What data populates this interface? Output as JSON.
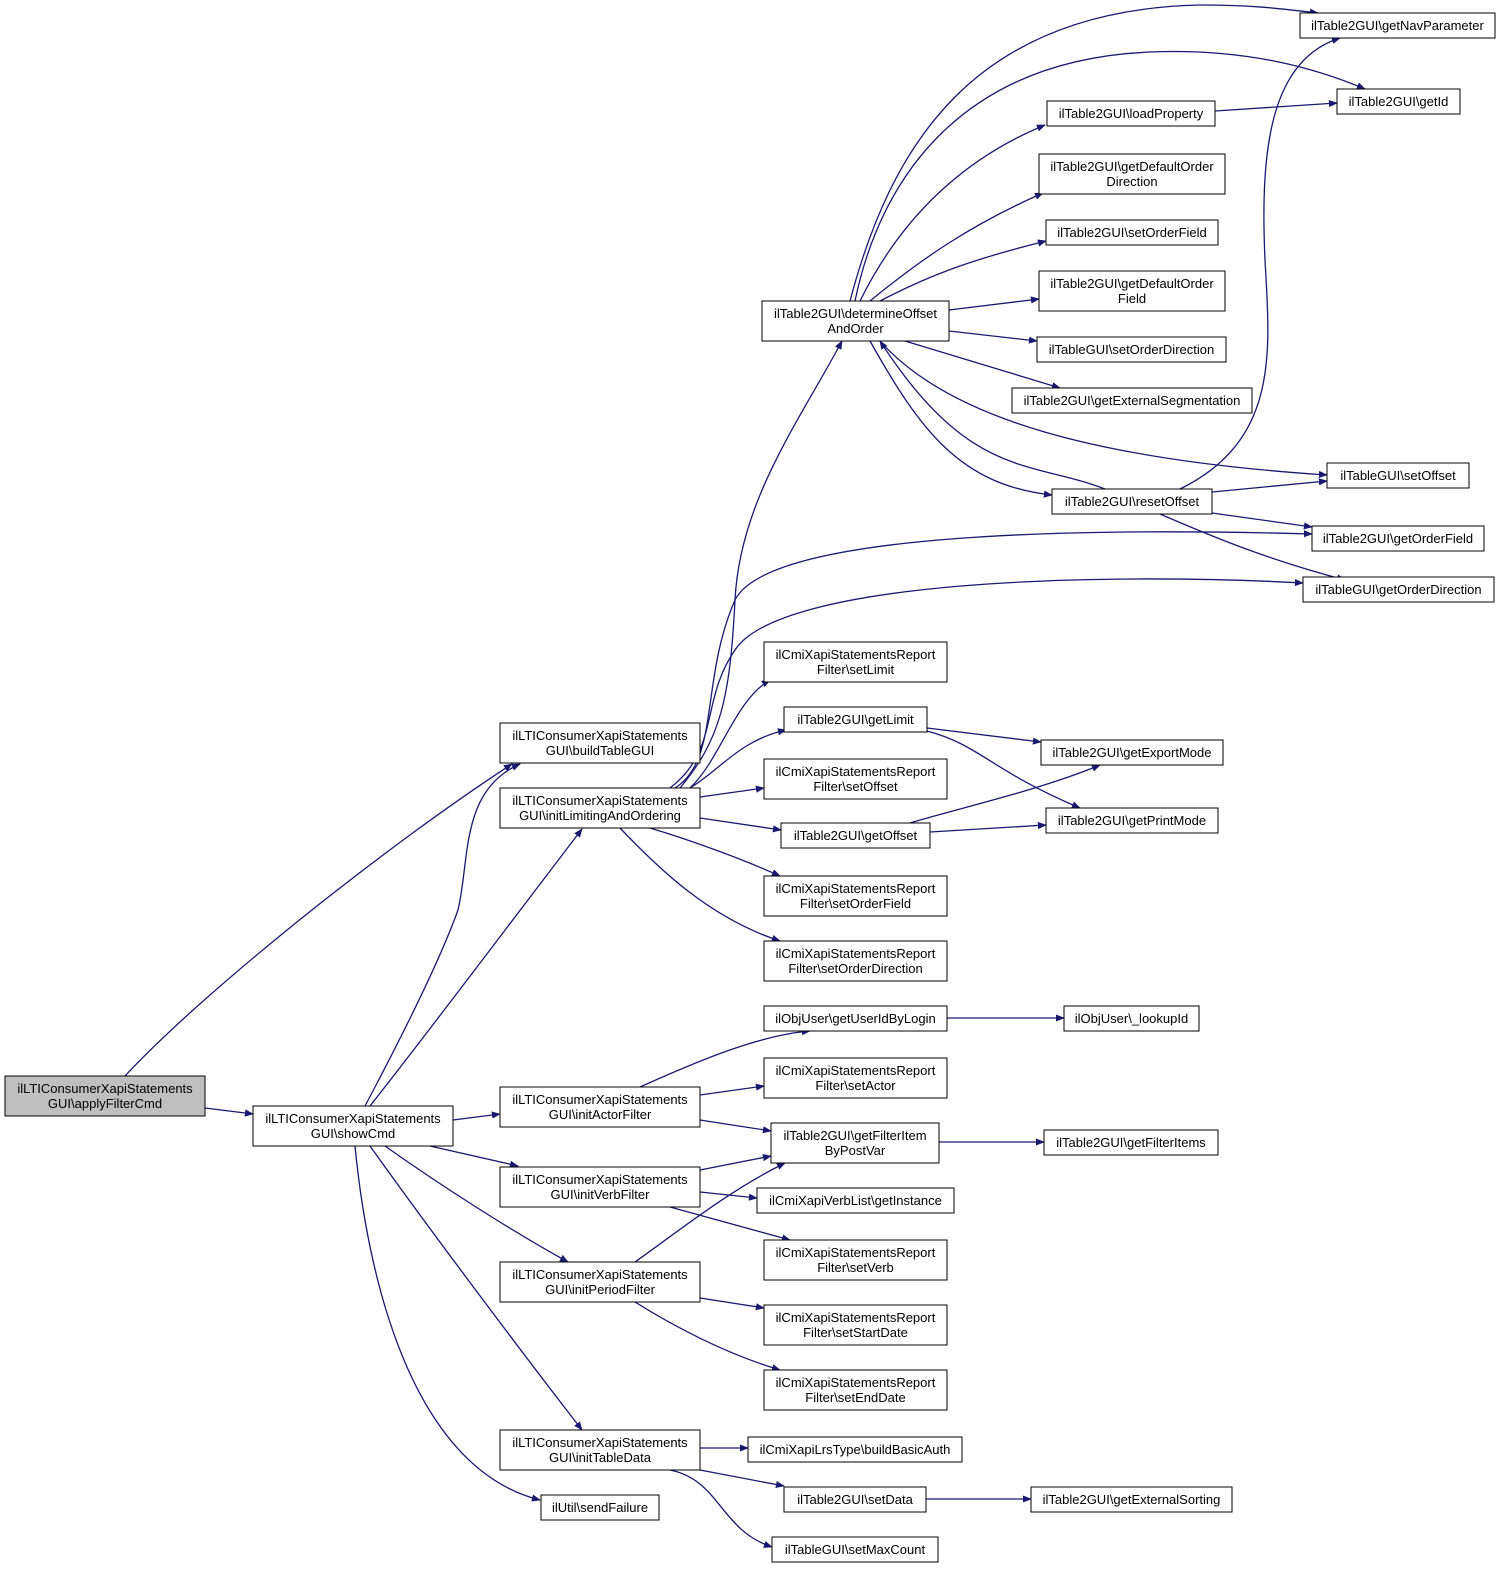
{
  "colors": {
    "edge": "#191970",
    "node_border": "#000000",
    "node_fill": "#ffffff",
    "root_fill": "#bfbfbf"
  },
  "nodes": {
    "applyFilterCmd": {
      "lines": [
        "ilLTIConsumerXapiStatements",
        "GUI\\applyFilterCmd"
      ],
      "root": true
    },
    "showCmd": {
      "lines": [
        "ilLTIConsumerXapiStatements",
        "GUI\\showCmd"
      ]
    },
    "buildTableGUI": {
      "lines": [
        "ilLTIConsumerXapiStatements",
        "GUI\\buildTableGUI"
      ]
    },
    "initLimitingAndOrdering": {
      "lines": [
        "ilLTIConsumerXapiStatements",
        "GUI\\initLimitingAndOrdering"
      ]
    },
    "initActorFilter": {
      "lines": [
        "ilLTIConsumerXapiStatements",
        "GUI\\initActorFilter"
      ]
    },
    "initVerbFilter": {
      "lines": [
        "ilLTIConsumerXapiStatements",
        "GUI\\initVerbFilter"
      ]
    },
    "initPeriodFilter": {
      "lines": [
        "ilLTIConsumerXapiStatements",
        "GUI\\initPeriodFilter"
      ]
    },
    "initTableData": {
      "lines": [
        "ilLTIConsumerXapiStatements",
        "GUI\\initTableData"
      ]
    },
    "sendFailure": {
      "lines": [
        "ilUtil\\sendFailure"
      ]
    },
    "determineOffsetAndOrder": {
      "lines": [
        "ilTable2GUI\\determineOffset",
        "AndOrder"
      ]
    },
    "rf_setLimit": {
      "lines": [
        "ilCmiXapiStatementsReport",
        "Filter\\setLimit"
      ]
    },
    "getLimit": {
      "lines": [
        "ilTable2GUI\\getLimit"
      ]
    },
    "rf_setOffset": {
      "lines": [
        "ilCmiXapiStatementsReport",
        "Filter\\setOffset"
      ]
    },
    "getOffset": {
      "lines": [
        "ilTable2GUI\\getOffset"
      ]
    },
    "rf_setOrderField": {
      "lines": [
        "ilCmiXapiStatementsReport",
        "Filter\\setOrderField"
      ]
    },
    "rf_setOrderDirection": {
      "lines": [
        "ilCmiXapiStatementsReport",
        "Filter\\setOrderDirection"
      ]
    },
    "getUserIdByLogin": {
      "lines": [
        "ilObjUser\\getUserIdByLogin"
      ]
    },
    "rf_setActor": {
      "lines": [
        "ilCmiXapiStatementsReport",
        "Filter\\setActor"
      ]
    },
    "getFilterItemByPostVar": {
      "lines": [
        "ilTable2GUI\\getFilterItem",
        "ByPostVar"
      ]
    },
    "getInstance": {
      "lines": [
        "ilCmiXapiVerbList\\getInstance"
      ]
    },
    "rf_setVerb": {
      "lines": [
        "ilCmiXapiStatementsReport",
        "Filter\\setVerb"
      ]
    },
    "rf_setStartDate": {
      "lines": [
        "ilCmiXapiStatementsReport",
        "Filter\\setStartDate"
      ]
    },
    "rf_setEndDate": {
      "lines": [
        "ilCmiXapiStatementsReport",
        "Filter\\setEndDate"
      ]
    },
    "buildBasicAuth": {
      "lines": [
        "ilCmiXapiLrsType\\buildBasicAuth"
      ]
    },
    "setData": {
      "lines": [
        "ilTable2GUI\\setData"
      ]
    },
    "setMaxCount": {
      "lines": [
        "ilTableGUI\\setMaxCount"
      ]
    },
    "loadProperty": {
      "lines": [
        "ilTable2GUI\\loadProperty"
      ]
    },
    "getDefaultOrderDirection": {
      "lines": [
        "ilTable2GUI\\getDefaultOrder",
        "Direction"
      ]
    },
    "setOrderField": {
      "lines": [
        "ilTable2GUI\\setOrderField"
      ]
    },
    "getDefaultOrderField": {
      "lines": [
        "ilTable2GUI\\getDefaultOrder",
        "Field"
      ]
    },
    "setOrderDirection": {
      "lines": [
        "ilTableGUI\\setOrderDirection"
      ]
    },
    "getExternalSegmentation": {
      "lines": [
        "ilTable2GUI\\getExternalSegmentation"
      ]
    },
    "resetOffset": {
      "lines": [
        "ilTable2GUI\\resetOffset"
      ]
    },
    "getExportMode": {
      "lines": [
        "ilTable2GUI\\getExportMode"
      ]
    },
    "getPrintMode": {
      "lines": [
        "ilTable2GUI\\getPrintMode"
      ]
    },
    "lookupId": {
      "lines": [
        "ilObjUser\\_lookupId"
      ]
    },
    "getFilterItems": {
      "lines": [
        "ilTable2GUI\\getFilterItems"
      ]
    },
    "getExternalSorting": {
      "lines": [
        "ilTable2GUI\\getExternalSorting"
      ]
    },
    "getNavParameter": {
      "lines": [
        "ilTable2GUI\\getNavParameter"
      ]
    },
    "getId": {
      "lines": [
        "ilTable2GUI\\getId"
      ]
    },
    "setOffset": {
      "lines": [
        "ilTableGUI\\setOffset"
      ]
    },
    "getOrderField": {
      "lines": [
        "ilTable2GUI\\getOrderField"
      ]
    },
    "getOrderDirection": {
      "lines": [
        "ilTableGUI\\getOrderDirection"
      ]
    }
  },
  "edges": [
    [
      "applyFilterCmd",
      "buildTableGUI"
    ],
    [
      "applyFilterCmd",
      "showCmd"
    ],
    [
      "showCmd",
      "buildTableGUI"
    ],
    [
      "showCmd",
      "initLimitingAndOrdering"
    ],
    [
      "showCmd",
      "initActorFilter"
    ],
    [
      "showCmd",
      "initVerbFilter"
    ],
    [
      "showCmd",
      "initPeriodFilter"
    ],
    [
      "showCmd",
      "initTableData"
    ],
    [
      "showCmd",
      "sendFailure"
    ],
    [
      "initLimitingAndOrdering",
      "determineOffsetAndOrder"
    ],
    [
      "initLimitingAndOrdering",
      "getOrderField"
    ],
    [
      "initLimitingAndOrdering",
      "getOrderDirection"
    ],
    [
      "initLimitingAndOrdering",
      "rf_setLimit"
    ],
    [
      "initLimitingAndOrdering",
      "getLimit"
    ],
    [
      "initLimitingAndOrdering",
      "rf_setOffset"
    ],
    [
      "initLimitingAndOrdering",
      "getOffset"
    ],
    [
      "initLimitingAndOrdering",
      "rf_setOrderField"
    ],
    [
      "initLimitingAndOrdering",
      "rf_setOrderDirection"
    ],
    [
      "determineOffsetAndOrder",
      "getNavParameter"
    ],
    [
      "determineOffsetAndOrder",
      "getId"
    ],
    [
      "determineOffsetAndOrder",
      "loadProperty"
    ],
    [
      "determineOffsetAndOrder",
      "getDefaultOrderDirection"
    ],
    [
      "determineOffsetAndOrder",
      "setOrderField"
    ],
    [
      "determineOffsetAndOrder",
      "getDefaultOrderField"
    ],
    [
      "determineOffsetAndOrder",
      "setOrderDirection"
    ],
    [
      "determineOffsetAndOrder",
      "getExternalSegmentation"
    ],
    [
      "determineOffsetAndOrder",
      "setOffset"
    ],
    [
      "determineOffsetAndOrder",
      "resetOffset"
    ],
    [
      "resetOffset",
      "determineOffsetAndOrder"
    ],
    [
      "resetOffset",
      "getNavParameter"
    ],
    [
      "resetOffset",
      "setOffset"
    ],
    [
      "resetOffset",
      "getOrderField"
    ],
    [
      "resetOffset",
      "getOrderDirection"
    ],
    [
      "loadProperty",
      "getId"
    ],
    [
      "getLimit",
      "getExportMode"
    ],
    [
      "getLimit",
      "getPrintMode"
    ],
    [
      "getOffset",
      "getExportMode"
    ],
    [
      "getOffset",
      "getPrintMode"
    ],
    [
      "initActorFilter",
      "getUserIdByLogin"
    ],
    [
      "initActorFilter",
      "rf_setActor"
    ],
    [
      "initActorFilter",
      "getFilterItemByPostVar"
    ],
    [
      "getUserIdByLogin",
      "lookupId"
    ],
    [
      "getFilterItemByPostVar",
      "getFilterItems"
    ],
    [
      "initVerbFilter",
      "getFilterItemByPostVar"
    ],
    [
      "initVerbFilter",
      "getInstance"
    ],
    [
      "initVerbFilter",
      "rf_setVerb"
    ],
    [
      "initPeriodFilter",
      "getFilterItemByPostVar"
    ],
    [
      "initPeriodFilter",
      "rf_setStartDate"
    ],
    [
      "initPeriodFilter",
      "rf_setEndDate"
    ],
    [
      "initTableData",
      "buildBasicAuth"
    ],
    [
      "initTableData",
      "setData"
    ],
    [
      "initTableData",
      "setMaxCount"
    ],
    [
      "setData",
      "getExternalSorting"
    ]
  ]
}
